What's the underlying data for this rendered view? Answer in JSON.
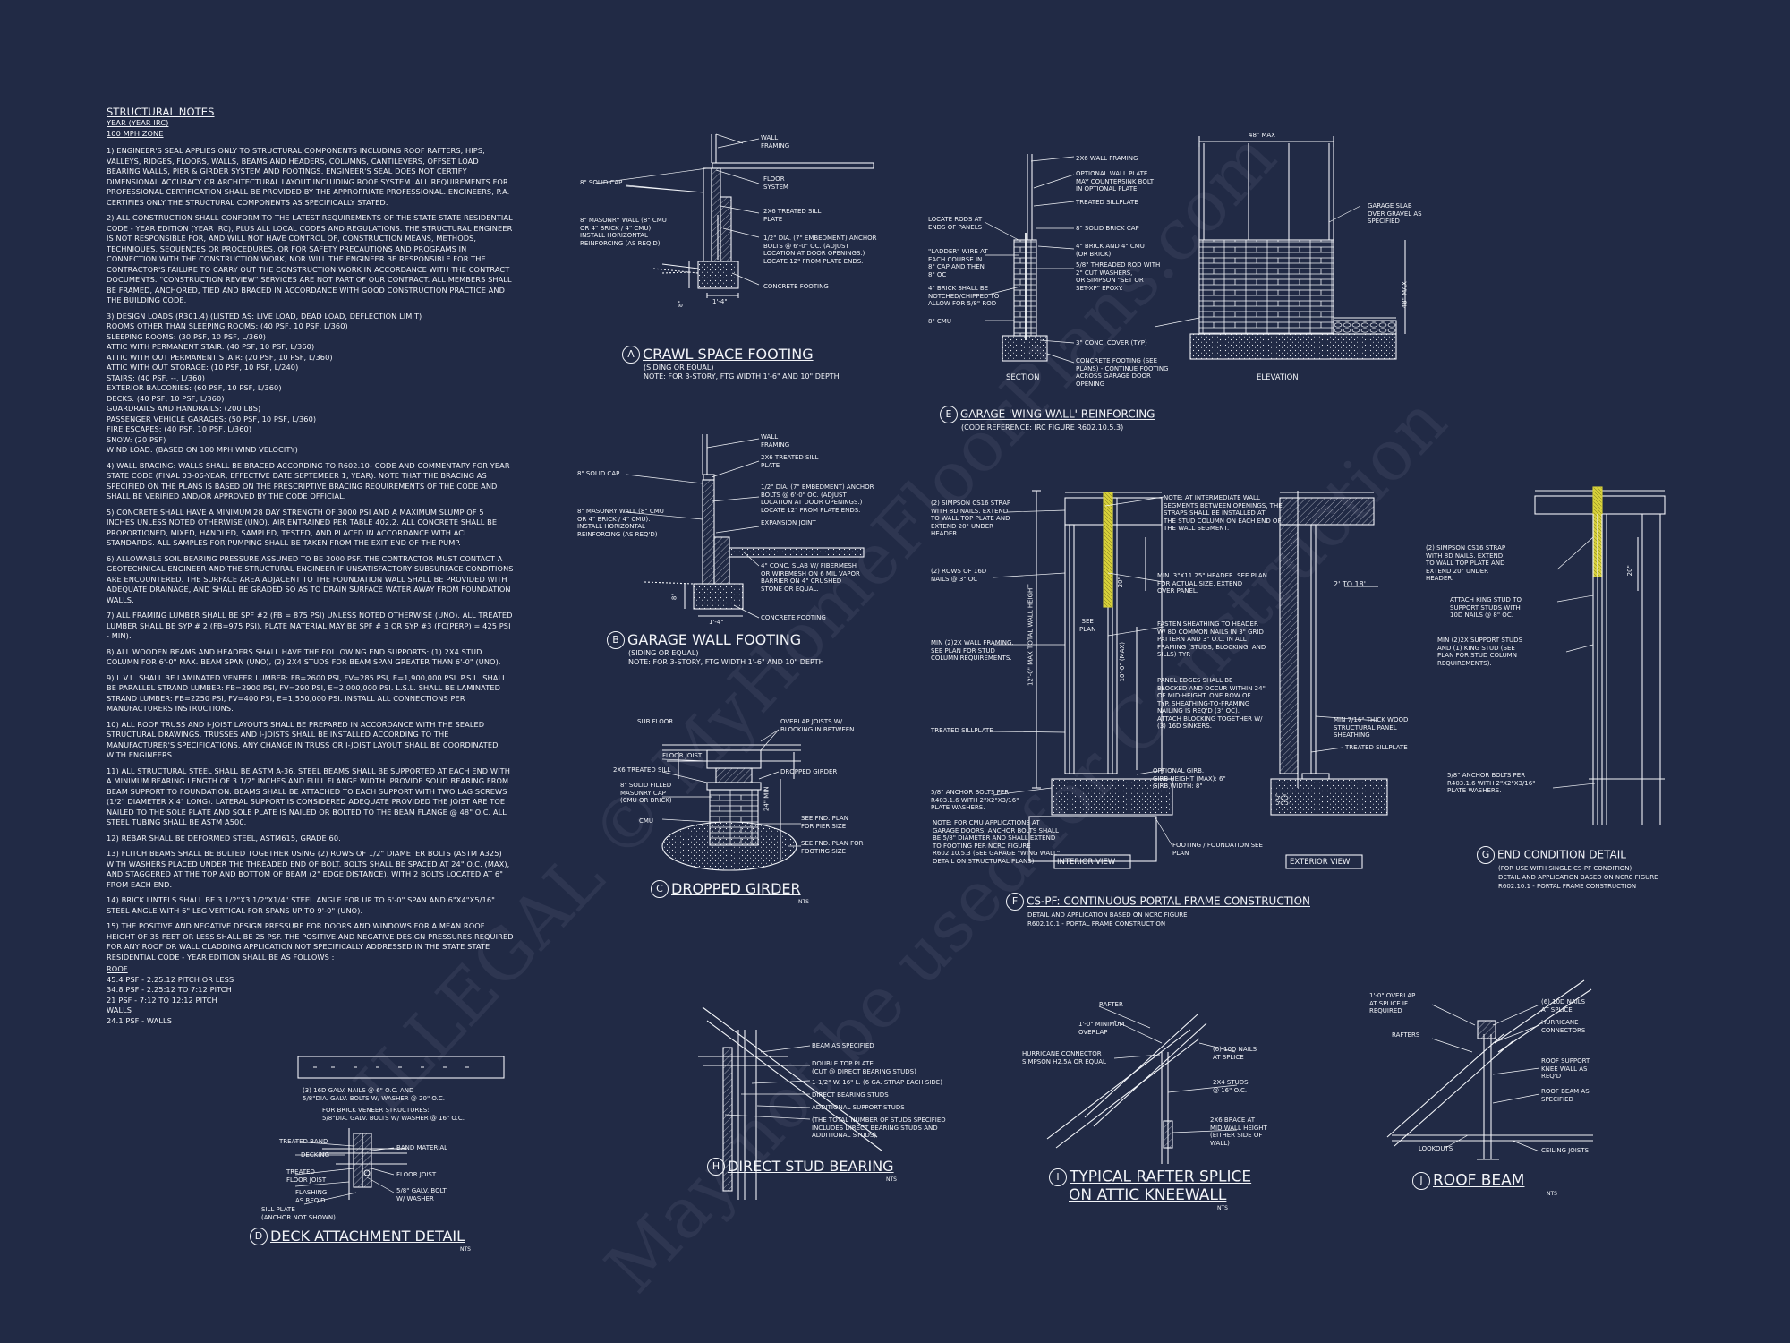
{
  "notes": {
    "title": "STRUCTURAL NOTES",
    "sub1": "YEAR (YEAR IRC)",
    "sub2": "100 mph ZONE",
    "paras": [
      "1) ENGINEER'S SEAL APPLIES ONLY TO STRUCTURAL COMPONENTS INCLUDING ROOF RAFTERS, HIPS, VALLEYS, RIDGES, FLOORS, WALLS, BEAMS AND HEADERS, COLUMNS, CANTILEVERS, OFFSET LOAD BEARING WALLS, PIER & GIRDER SYSTEM AND FOOTINGS. ENGINEER'S SEAL DOES NOT CERTIFY DIMENSIONAL ACCURACY OR ARCHITECTURAL LAYOUT INCLUDING ROOF SYSTEM. ALL REQUIREMENTS FOR PROFESSIONAL CERTIFICATION SHALL BE PROVIDED BY THE APPROPRIATE PROFESSIONAL. ENGINEERS, P.A. CERTIFIES ONLY THE STRUCTURAL COMPONENTS AS SPECIFICALLY STATED.",
      "2) ALL CONSTRUCTION SHALL CONFORM TO THE LATEST REQUIREMENTS OF THE STATE STATE RESIDENTIAL CODE - YEAR EDITION (YEAR IRC), PLUS ALL LOCAL CODES AND REGULATIONS. THE STRUCTURAL ENGINEER IS NOT RESPONSIBLE FOR, AND WILL NOT HAVE CONTROL OF, CONSTRUCTION MEANS, METHODS, TECHNIQUES, SEQUENCES OR PROCEDURES, OR FOR SAFETY PRECAUTIONS AND PROGRAMS IN CONNECTION WITH THE CONSTRUCTION WORK, NOR WILL THE ENGINEER BE RESPONSIBLE FOR THE CONTRACTOR'S FAILURE TO CARRY OUT THE CONSTRUCTION WORK IN ACCORDANCE WITH THE CONTRACT DOCUMENTS. \"CONSTRUCTION REVIEW\" SERVICES ARE NOT PART OF OUR CONTRACT. ALL MEMBERS SHALL BE FRAMED, ANCHORED, TIED AND BRACED IN ACCORDANCE WITH GOOD CONSTRUCTION PRACTICE AND THE BUILDING CODE."
    ],
    "loads_intro": "3) DESIGN LOADS (R301.4) (LISTED AS: LIVE LOAD, DEAD LOAD, DEFLECTION LIMIT)",
    "loads": [
      "ROOMS OTHER THAN SLEEPING ROOMS: (40 PSF, 10 PSF, L/360)",
      "SLEEPING ROOMS: (30 PSF, 10 PSF, L/360)",
      "ATTIC WITH PERMANENT STAIR: (40 PSF, 10 PSF, L/360)",
      "ATTIC WITH OUT PERMANENT STAIR: (20 PSF, 10 PSF, L/360)",
      "ATTIC WITH OUT STORAGE: (10 PSF, 10 PSF, L/240)",
      "STAIRS: (40 PSF, --, L/360)",
      "EXTERIOR BALCONIES: (60 PSF, 10 PSF, L/360)",
      "DECKS: (40 PSF, 10 PSF, L/360)",
      "GUARDRAILS AND HANDRAILS: (200 LBS)",
      "PASSENGER VEHICLE GARAGES: (50 PSF, 10 PSF, L/360)",
      "FIRE ESCAPES: (40 PSF, 10 PSF, L/360)",
      "SNOW: (20 PSF)",
      "WIND LOAD: (BASED ON 100 MPH WIND VELOCITY)"
    ],
    "paras2": [
      "4) WALL BRACING: WALLS SHALL BE BRACED ACCORDING TO R602.10- CODE AND COMMENTARY FOR YEAR STATE CODE (FINAL 03-06-YEAR; EFFECTIVE DATE SEPTEMBER 1, YEAR). NOTE THAT THE BRACING AS SPECIFIED ON THE PLANS IS BASED ON THE PRESCRIPTIVE BRACING REQUIREMENTS OF THE CODE AND SHALL BE VERIFIED AND/OR APPROVED BY THE CODE OFFICIAL.",
      "5) CONCRETE SHALL HAVE A MINIMUM 28 DAY STRENGTH OF 3000 PSI AND A MAXIMUM SLUMP OF 5 INCHES UNLESS NOTED OTHERWISE (UNO). AIR ENTRAINED PER TABLE 402.2. ALL CONCRETE SHALL BE PROPORTIONED, MIXED, HANDLED, SAMPLED, TESTED, AND PLACED IN ACCORDANCE WITH ACI STANDARDS. ALL SAMPLES FOR PUMPING SHALL BE TAKEN FROM THE EXIT END OF THE PUMP.",
      "6) ALLOWABLE SOIL BEARING PRESSURE ASSUMED TO BE 2000 PSF. THE CONTRACTOR MUST CONTACT A GEOTECHNICAL ENGINEER AND THE STRUCTURAL ENGINEER IF UNSATISFACTORY SUBSURFACE CONDITIONS ARE ENCOUNTERED. THE SURFACE AREA ADJACENT TO THE FOUNDATION WALL SHALL BE PROVIDED WITH ADEQUATE DRAINAGE, AND SHALL BE GRADED SO AS TO DRAIN SURFACE WATER AWAY FROM FOUNDATION WALLS.",
      "7) ALL FRAMING LUMBER SHALL BE SPF #2 (Fb = 875 PSI) UNLESS NOTED OTHERWISE (UNO). ALL TREATED LUMBER SHALL BE SYP # 2 (Fb=975 PSI). PLATE MATERIAL MAY BE SPF # 3 OR SYP #3 (Fc(perp) = 425 PSI - MIN).",
      "8) ALL WOODEN BEAMS AND HEADERS SHALL HAVE THE FOLLOWING END SUPPORTS: (1) 2x4 STUD COLUMN FOR 6'-0\" MAX. BEAM SPAN (UNO), (2) 2X4 STUDS FOR BEAM SPAN GREATER THAN 6'-0\" (UNO).",
      "9) L.V.L. SHALL BE LAMINATED VENEER LUMBER: Fb=2600 PSI, Fv=285 PSI, E=1,900,000 PSI. P.S.L. SHALL BE PARALLEL STRAND LUMBER: Fb=2900 PSI, Fv=290 PSI, E=2,000,000 PSI. L.S.L. SHALL BE LAMINATED STRAND LUMBER: Fb=2250 PSI, Fv=400 PSI, E=1,550,000 PSI. INSTALL ALL CONNECTIONS PER MANUFACTURERS INSTRUCTIONS.",
      "10) ALL ROOF TRUSS AND I-JOIST LAYOUTS SHALL BE PREPARED IN ACCORDANCE WITH THE SEALED STRUCTURAL DRAWINGS. TRUSSES AND I-JOISTS SHALL BE INSTALLED ACCORDING TO THE MANUFACTURER'S SPECIFICATIONS. ANY CHANGE IN TRUSS OR I-JOIST LAYOUT SHALL BE COORDINATED WITH ENGINEERS.",
      "11) ALL STRUCTURAL STEEL SHALL BE ASTM A-36. STEEL BEAMS SHALL BE SUPPORTED AT EACH END WITH A MINIMUM BEARING LENGTH OF 3 1/2\" INCHES AND FULL FLANGE WIDTH. PROVIDE SOLID BEARING FROM BEAM SUPPORT TO FOUNDATION. BEAMS SHALL BE ATTACHED TO EACH SUPPORT WITH TWO LAG SCREWS (1/2\" DIAMETER x 4\" LONG). LATERAL SUPPORT IS CONSIDERED ADEQUATE PROVIDED THE JOIST ARE TOE NAILED TO THE SOLE PLATE AND SOLE PLATE IS NAILED OR BOLTED TO THE BEAM FLANGE @ 48\" O.C. ALL STEEL TUBING SHALL BE ASTM A500.",
      "12) REBAR SHALL BE DEFORMED STEEL, ASTM615, GRADE 60.",
      "13) FLITCH BEAMS SHALL BE BOLTED TOGETHER USING (2) ROWS OF 1/2\" DIAMETER BOLTS (ASTM A325) WITH WASHERS PLACED UNDER THE THREADED END OF BOLT. BOLTS SHALL BE SPACED AT 24\" O.C. (MAX), AND STAGGERED AT THE TOP AND BOTTOM OF BEAM (2\" EDGE DISTANCE), WITH 2 BOLTS LOCATED AT 6\" FROM EACH END.",
      "14) BRICK LINTELS SHALL BE 3 1/2\"x3 1/2\"x1/4\" STEEL ANGLE FOR UP TO 6'-0\" SPAN AND 6\"x4\"x5/16\" STEEL ANGLE WITH 6\" LEG VERTICAL FOR SPANS UP TO 9'-0\" (UNO).",
      "15) THE POSITIVE AND NEGATIVE DESIGN PRESSURE FOR DOORS AND WINDOWS FOR A MEAN ROOF HEIGHT OF 35 FEET OR LESS SHALL BE 25 PSF. THE POSITIVE AND NEGATIVE DESIGN PRESSURES REQUIRED FOR ANY ROOF OR WALL CLADDING APPLICATION NOT SPECIFICALLY ADDRESSED IN THE STATE STATE RESIDENTIAL CODE - YEAR EDITION SHALL BE AS FOLLOWS :"
    ],
    "roof_label": "ROOF",
    "roof": [
      "45.4 PSF - 2.25:12 PITCH OR LESS",
      "34.8 PSF - 2.25:12 TO 7:12 PITCH",
      "21 PSF - 7:12 TO 12:12 PITCH"
    ],
    "walls_label": "WALLS",
    "walls": [
      "24.1 PSF - WALLS"
    ]
  },
  "details": {
    "A": {
      "letter": "A",
      "title": "CRAWL SPACE FOOTING",
      "sub": "(SIDING OR EQUAL)\nNOTE: FOR 3-STORY, FTG WIDTH 1'-6\" AND 10\" DEPTH"
    },
    "B": {
      "letter": "B",
      "title": "GARAGE WALL FOOTING",
      "sub": "(SIDING OR EQUAL)\nNOTE: FOR 3-STORY, FTG WIDTH 1'-6\" AND 10\" DEPTH"
    },
    "C": {
      "letter": "C",
      "title": "DROPPED GIRDER",
      "sub": "NTS"
    },
    "D": {
      "letter": "D",
      "title": "DECK ATTACHMENT DETAIL",
      "sub": "NTS"
    },
    "E": {
      "letter": "E",
      "title": "GARAGE 'WING WALL' REINFORCING",
      "sub": "(CODE REFERENCE: IRC FIGURE R602.10.5.3)"
    },
    "F": {
      "letter": "F",
      "title": "CS-PF: CONTINUOUS PORTAL FRAME CONSTRUCTION",
      "sub": "DETAIL AND APPLICATION BASED ON NCRC FIGURE\nR602.10.1 - PORTAL FRAME CONSTRUCTION"
    },
    "G": {
      "letter": "G",
      "title": "END CONDITION DETAIL",
      "sub": "(FOR USE WITH SINGLE CS-PF CONDITION)\nDETAIL AND APPLICATION BASED ON NCRC FIGURE\nR602.10.1 - PORTAL FRAME CONSTRUCTION"
    },
    "H": {
      "letter": "H",
      "title": "DIRECT STUD BEARING",
      "sub": "NTS"
    },
    "I": {
      "letter": "I",
      "title": "TYPICAL RAFTER SPLICE",
      "title2": "ON ATTIC KNEEWALL",
      "sub": "NTS"
    },
    "J": {
      "letter": "J",
      "title": "ROOF BEAM",
      "sub": "NTS"
    }
  },
  "labels": {
    "a_wall": "WALL\nFRAMING",
    "a_cap": "8\" SOLID CAP",
    "a_floor": "FLOOR\nSYSTEM",
    "a_masonry": "8\" MASONRY WALL (8\" CMU\nOR 4\" BRICK / 4\" CMU).\nINSTALL HORIZONTAL\nREINFORCING (AS REQ'D)",
    "a_sill": "2x6 TREATED SILL\nPLATE",
    "a_anchor": "1/2\" DIA. (7\" EMBEDMENT) ANCHOR\nBOLTS @ 6'-0\" OC. (ADJUST\nLOCATION AT DOOR OPENINGS.)\nLOCATE 12\" FROM PLATE ENDS.",
    "a_footing": "CONCRETE FOOTING",
    "a_dim_w": "1'-4\"",
    "a_dim_h": "8\"",
    "b_wall": "WALL\nFRAMING",
    "b_sill": "2x6 TREATED SILL\nPLATE",
    "b_cap": "8\" SOLID CAP",
    "b_anchor": "1/2\" DIA. (7\" EMBEDMENT) ANCHOR\nBOLTS @ 6'-0\" OC. (ADJUST\nLOCATION AT DOOR OPENINGS.)\nLOCATE 12\" FROM PLATE ENDS.",
    "b_exp": "EXPANSION JOINT",
    "b_masonry": "8\" MASONRY WALL (8\" CMU\nOR 4\" BRICK / 4\" CMU).\nINSTALL HORIZONTAL\nREINFORCING (AS REQ'D)",
    "b_slab": "4\" CONC. SLAB w/ FIBERMESH\nOR WIREMESH ON 6 MIL VAPOR\nBARRIER ON 4\" CRUSHED\nSTONE OR EQUAL.",
    "b_footing": "CONCRETE FOOTING",
    "b_dim_w": "1'-4\"",
    "b_dim_h": "8\"",
    "c_sub": "SUB FLOOR",
    "c_overlap": "OVERLAP JOISTS w/\nBLOCKING IN BETWEEN",
    "c_joist": "FLOOR JOIST",
    "c_sill": "2x6 TREATED SILL",
    "c_dropped": "DROPPED GIRDER",
    "c_cap": "8\" SOLID FILLED\nMASONRY CAP\n(CMU OR BRICK)",
    "c_pier": "SEE FND. PLAN\nFOR PIER SIZE",
    "c_cmu": "CMU",
    "c_ftg": "SEE FND. PLAN FOR\nFOOTING SIZE",
    "c_dim": "24\" MIN",
    "d_bolt_note": "(3) 16d GALV. NAILS @ 6\" O.C. AND\n5/8\"dia. GALV. BOLTS W/ WASHER @ 20\" O.C.",
    "d_brick_note": "FOR BRICK VENEER STRUCTURES:\n5/8\"dia. GALV. BOLTS W/ WASHER @ 16\" O.C.",
    "d_treated_band": "TREATED BAND",
    "d_decking": "DECKING",
    "d_treated_joist": "TREATED\nFLOOR JOIST",
    "d_flashing": "FLASHING\nAS REQ'D",
    "d_sill": "SILL PLATE\n(ANCHOR NOT SHOWN)",
    "d_band": "BAND MATERIAL",
    "d_floor_joist": "FLOOR JOIST",
    "d_bolt": "5/8\" GALV. BOLT\nW/ WASHER",
    "e_top": "48\" MAX",
    "e_wall": "2x6 WALL FRAMING",
    "e_plate": "OPTIONAL WALL PLATE.\nMAY COUNTERSINK BOLT\nIN OPTIONAL PLATE.",
    "e_treated": "TREATED SILLPLATE",
    "e_locate": "LOCATE RODS AT\nENDS OF PANELS",
    "e_cap": "8\" SOLID BRICK CAP",
    "e_brick": "4\" BRICK AND 4\" CMU\n(OR BRICK)",
    "e_ladder": "\"LADDER\" WIRE AT\nEACH COURSE IN\n8\" CAP AND THEN\n8\" OC",
    "e_rod": "5/8\" THREADED ROD WITH\n2\" CUT WASHERS,\nOR SIMPSON \"SET OR\nSET-XP\" EPOXY.",
    "e_notched": "4\" BRICK SHALL BE\nNOTCHED/CHIPPED TO\nALLOW FOR 5/8\" ROD",
    "e_cmu": "8\" CMU",
    "e_cover": "3\" CONC. COVER (TYP)",
    "e_footing": "CONCRETE FOOTING (SEE\nPLANS) - CONTINUE FOOTING\nACROSS GARAGE DOOR\nOPENING",
    "e_slab": "GARAGE SLAB\nOVER GRAVEL AS\nSPECIFIED",
    "e_h": "48\" MAX",
    "e_section": "SECTION",
    "e_elevation": "ELEVATION",
    "f_strap": "(2) SIMPSON CS16 STRAP\nWITH 8d NAILS. EXTEND\nTO WALL TOP PLATE AND\nEXTEND 20\" UNDER\nHEADER.",
    "f_rows": "(2) ROWS OF 16d\nNAILS @ 3\" OC",
    "f_min": "MIN (2)2X WALL FRAMING.\nSEE PLAN FOR STUD\nCOLUMN REQUIREMENTS.",
    "f_treated": "TREATED SILLPLATE",
    "f_anchor": "5/8\" ANCHOR BOLTS PER\nR403.1.6 WITH 2\"x2\"x3/16\"\nPLATE WASHERS.",
    "f_cmu_note": "NOTE: FOR CMU APPLICATIONS AT\nGARAGE DOORS, ANCHOR BOLTS SHALL\nBE 5/8\" DIAMETER AND SHALL EXTEND\nTO FOOTING PER NCRC FIGURE\nR602.10.5.3 (SEE GARAGE \"WING WALL\"\nDETAIL ON STRUCTURAL PLANS)",
    "f_interm": "NOTE: AT INTERMEDIATE WALL\nSEGMENTS BETWEEN OPENINGS, THE\nSTRAPS SHALL BE INSTALLED AT\nTHE STUD COLUMN ON EACH END OF\nTHE WALL SEGMENT.",
    "f_header": "MIN. 3\"x11.25\" HEADER. SEE PLAN\nFOR ACTUAL SIZE. EXTEND\nOVER PANEL.",
    "f_fasten": "FASTEN SHEATHING TO HEADER\nW/ 8d COMMON NAILS IN 3\" GRID\nPATTERN AND 3\" O.C. IN ALL\nFRAMING (STUDS, BLOCKING, AND\nSILLS) TYP.",
    "f_panel": "PANEL EDGES SHALL BE\nBLOCKED AND OCCUR WITHIN 24\"\nOF MID-HEIGHT. ONE ROW OF\nTYP. SHEATHING-TO-FRAMING\nNAILING IS REQ'D (3\" OC).\nATTACH BLOCKING TOGETHER W/\n(3) 16d SINKERS.",
    "f_wood": "MIN 7/16\" THICK WOOD\nSTRUCTURAL PANEL\nSHEATHING",
    "f_treated2": "TREATED SILLPLATE",
    "f_girb": "OPTIONAL GIRB.\nGIRB HEIGHT (MAX): 6\"\nGIRB WIDTH: 8\"",
    "f_footing": "FOOTING / FOUNDATION SEE\nPLAN",
    "f_2to18": "2' TO 18'",
    "f_see": "SEE\nPLAN",
    "f_20": "20\"",
    "f_10": "10'-0\" (MAX)",
    "f_12": "12'-0\" MAX TOTAL WALL HEIGHT",
    "f_interior": "INTERIOR VIEW",
    "f_exterior": "EXTERIOR VIEW",
    "g_strap": "(2) SIMPSON CS16 STRAP\nWITH 8d NAILS. EXTEND\nTO WALL TOP PLATE AND\nEXTEND 20\" UNDER\nHEADER.",
    "g_king": "ATTACH KING STUD TO\nSUPPORT STUDS WITH\n10d NAILS @ 8\" OC.",
    "g_min": "MIN (2)2X SUPPORT STUDS\nAND (1) KING STUD (SEE\nPLAN FOR STUD COLUMN\nREQUIREMENTS).",
    "g_anchor": "5/8\" ANCHOR BOLTS PER\nR403.1.6 WITH 2\"x2\"x3/16\"\nPLATE WASHERS.",
    "g_20": "20\"",
    "h_beam": "BEAM AS SPECIFIED",
    "h_double": "DOUBLE TOP PLATE\n(CUT @ DIRECT BEARING STUDS)",
    "h_strap": "1-1/2\" W. 16\" L. (6 GA. STRAP EACH SIDE)",
    "h_direct": "DIRECT BEARING STUDS",
    "h_add": "ADDITIONAL SUPPORT STUDS",
    "h_total": "(THE TOTAL NUMBER OF STUDS SPECIFIED\nINCLUDES DIRECT BEARING STUDS AND\nADDITIONAL STUDS)",
    "i_rafter": "RAFTER",
    "i_overlap": "1'-0\" MINIMUM\nOVERLAP",
    "i_hurricane": "HURRICANE CONNECTOR\nSIMPSON H2.5A OR EQUAL",
    "i_nails": "(6) 10d NAILS\nAT SPLICE",
    "i_studs": "2x4 STUDS\n@ 16\" O.C.",
    "i_brace": "2x6 BRACE AT\nMID WALL HEIGHT\n(EITHER SIDE OF\nWALL)",
    "j_overlap": "1'-0\" OVERLAP\nAT SPLICE IF\nREQUIRED",
    "j_nails": "(6) 10d NAILS\nAT SPLICE",
    "j_rafters": "RAFTERS",
    "j_hurricane": "HURRICANE\nCONNECTORS",
    "j_support": "ROOF SUPPORT\nKNEE WALL AS\nREQ'D",
    "j_beam": "ROOF BEAM AS\nSPECIFIED",
    "j_lookouts": "LOOKOUTS",
    "j_ceiling": "CEILING JOISTS"
  },
  "watermark": {
    "line1": "ILLEGAL © MyHomeFloorPlans.com",
    "line2": "May not be used for Construction"
  },
  "colors": {
    "background": "#212a45",
    "linework": "#f2f4f8",
    "highlight": "#d8d23a"
  }
}
